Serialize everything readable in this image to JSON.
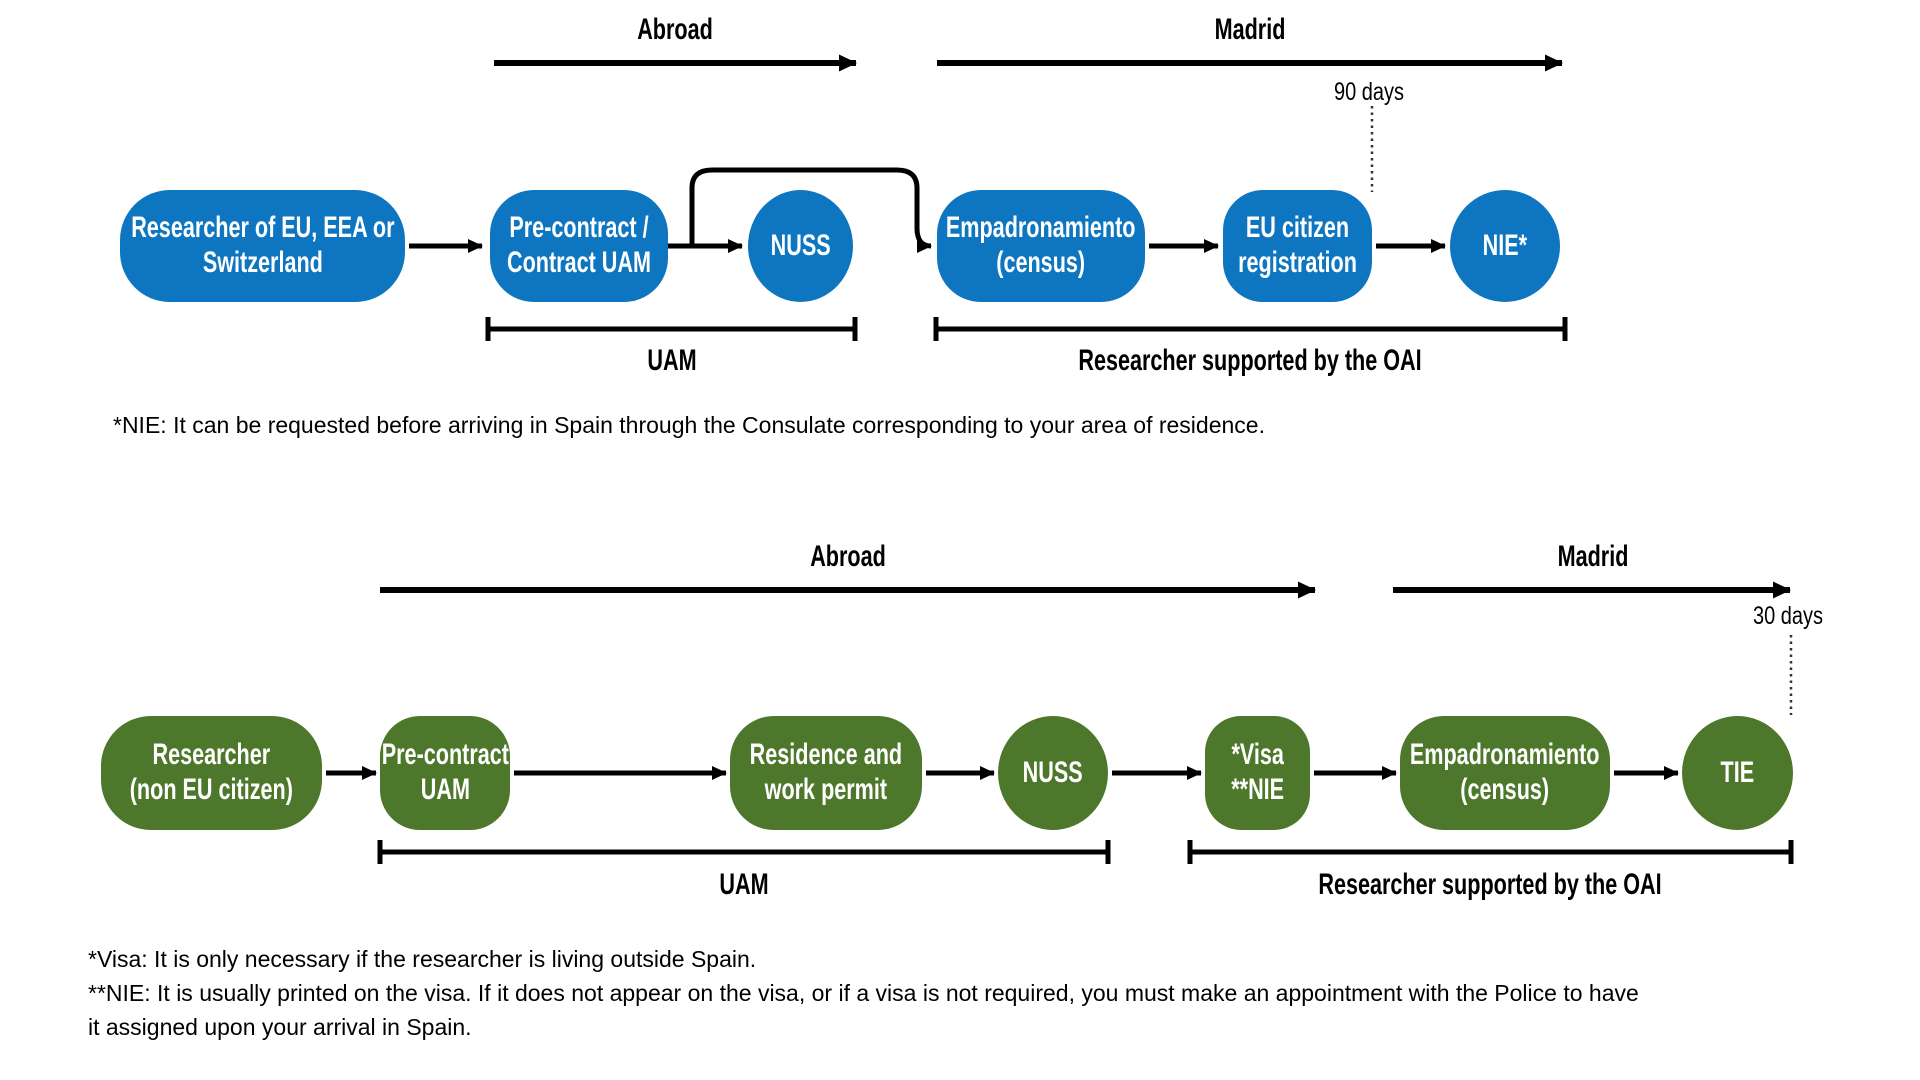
{
  "colors": {
    "eu_flow": "#0e76c0",
    "non_eu_flow": "#4d782b",
    "connector": "#000000"
  },
  "flows": [
    {
      "name": "eu-eea-switzerland",
      "region_labels": {
        "abroad": "Abroad",
        "madrid": "Madrid"
      },
      "duration_marker": "90 days",
      "nodes": [
        {
          "label": "Researcher of EU, EEA or\nSwitzerland"
        },
        {
          "label": "Pre-contract /\nContract UAM"
        },
        {
          "label": "NUSS"
        },
        {
          "label": "Empadronamiento\n(census)"
        },
        {
          "label": "EU citizen\nregistration"
        },
        {
          "label": "NIE*"
        }
      ],
      "brackets": [
        {
          "label": "UAM"
        },
        {
          "label": "Researcher supported by the OAI"
        }
      ],
      "footnotes": [
        "*NIE: It can be requested before arriving in Spain through the Consulate corresponding to your area of residence."
      ]
    },
    {
      "name": "non-eu",
      "region_labels": {
        "abroad": "Abroad",
        "madrid": "Madrid"
      },
      "duration_marker": "30 days",
      "nodes": [
        {
          "label": "Researcher\n(non EU citizen)"
        },
        {
          "label": "Pre-contract\nUAM"
        },
        {
          "label": "Residence and\nwork permit"
        },
        {
          "label": "NUSS"
        },
        {
          "label": "*Visa\n**NIE"
        },
        {
          "label": "Empadronamiento\n(census)"
        },
        {
          "label": "TIE"
        }
      ],
      "brackets": [
        {
          "label": "UAM"
        },
        {
          "label": "Researcher supported by the OAI"
        }
      ],
      "footnotes": [
        "*Visa: It is only necessary if the researcher is living outside Spain.",
        "**NIE: It is usually printed on the visa. If it does not appear on the visa, or if a visa is not required, you must make an appointment with the Police to have",
        "it assigned upon your arrival in Spain."
      ]
    }
  ]
}
